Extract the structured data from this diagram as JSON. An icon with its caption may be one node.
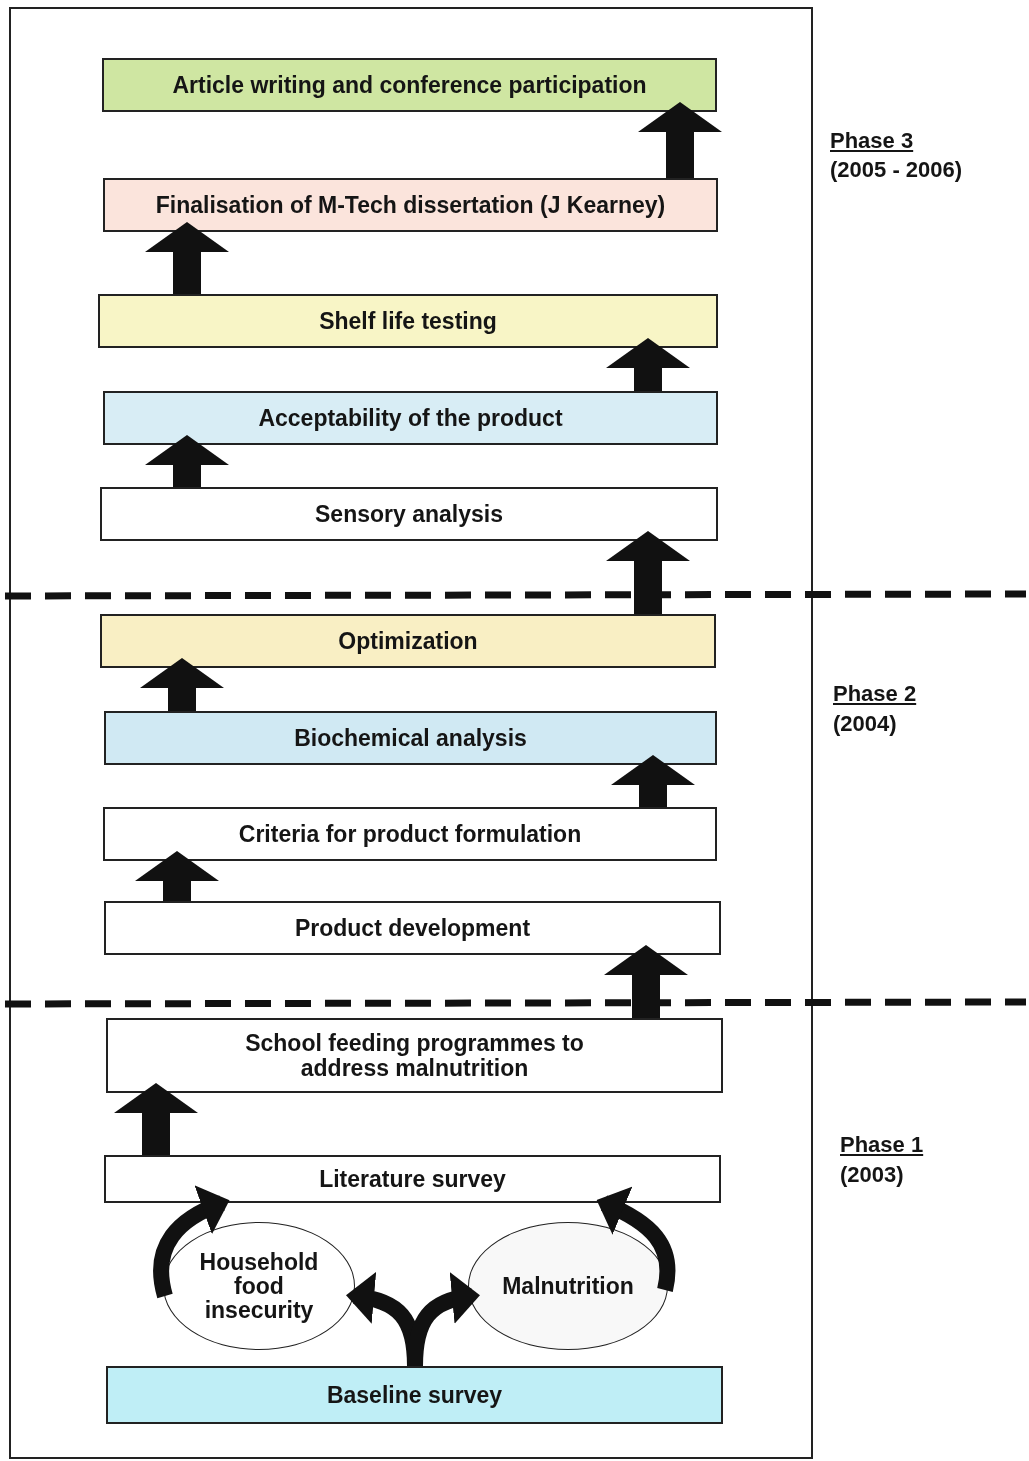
{
  "diagram": {
    "nodes": [
      {
        "text": [
          "Article writing and conference participation"
        ]
      },
      {
        "text": [
          "Finalisation of M-Tech dissertation (J Kearney)"
        ]
      },
      {
        "text": [
          "Shelf life testing"
        ]
      },
      {
        "text": [
          "Acceptability of the product"
        ]
      },
      {
        "text": [
          "Sensory analysis"
        ]
      },
      {
        "text": [
          "Optimization"
        ]
      },
      {
        "text": [
          "Biochemical analysis"
        ]
      },
      {
        "text": [
          "Criteria for product formulation"
        ]
      },
      {
        "text": [
          "Product development"
        ]
      },
      {
        "text": [
          "School feeding programmes to address malnutrition"
        ]
      },
      {
        "text": [
          "Literature survey"
        ]
      },
      {
        "text": [
          "Household food insecurity"
        ]
      },
      {
        "text": [
          "Malnutrition"
        ]
      },
      {
        "text": [
          "Baseline survey"
        ]
      }
    ],
    "edges": [
      {
        "from": 13,
        "to": 11,
        "arrow": "to"
      },
      {
        "from": 13,
        "to": 12,
        "arrow": "to"
      },
      {
        "from": 11,
        "to": 10,
        "arrow": "to"
      },
      {
        "from": 12,
        "to": 10,
        "arrow": "to"
      },
      {
        "from": 10,
        "to": 9,
        "arrow": "to"
      },
      {
        "from": 9,
        "to": 8,
        "arrow": "to"
      },
      {
        "from": 8,
        "to": 7,
        "arrow": "to"
      },
      {
        "from": 7,
        "to": 6,
        "arrow": "to"
      },
      {
        "from": 6,
        "to": 5,
        "arrow": "to"
      },
      {
        "from": 5,
        "to": 4,
        "arrow": "to"
      },
      {
        "from": 4,
        "to": 3,
        "arrow": "to"
      },
      {
        "from": 3,
        "to": 2,
        "arrow": "to"
      },
      {
        "from": 2,
        "to": 1,
        "arrow": "to"
      },
      {
        "from": 1,
        "to": 0,
        "arrow": "to"
      }
    ],
    "labels": [
      "Phase 3",
      "(2005 - 2006)",
      "Phase 2",
      "(2004)",
      "Phase 1",
      "(2003)"
    ]
  }
}
